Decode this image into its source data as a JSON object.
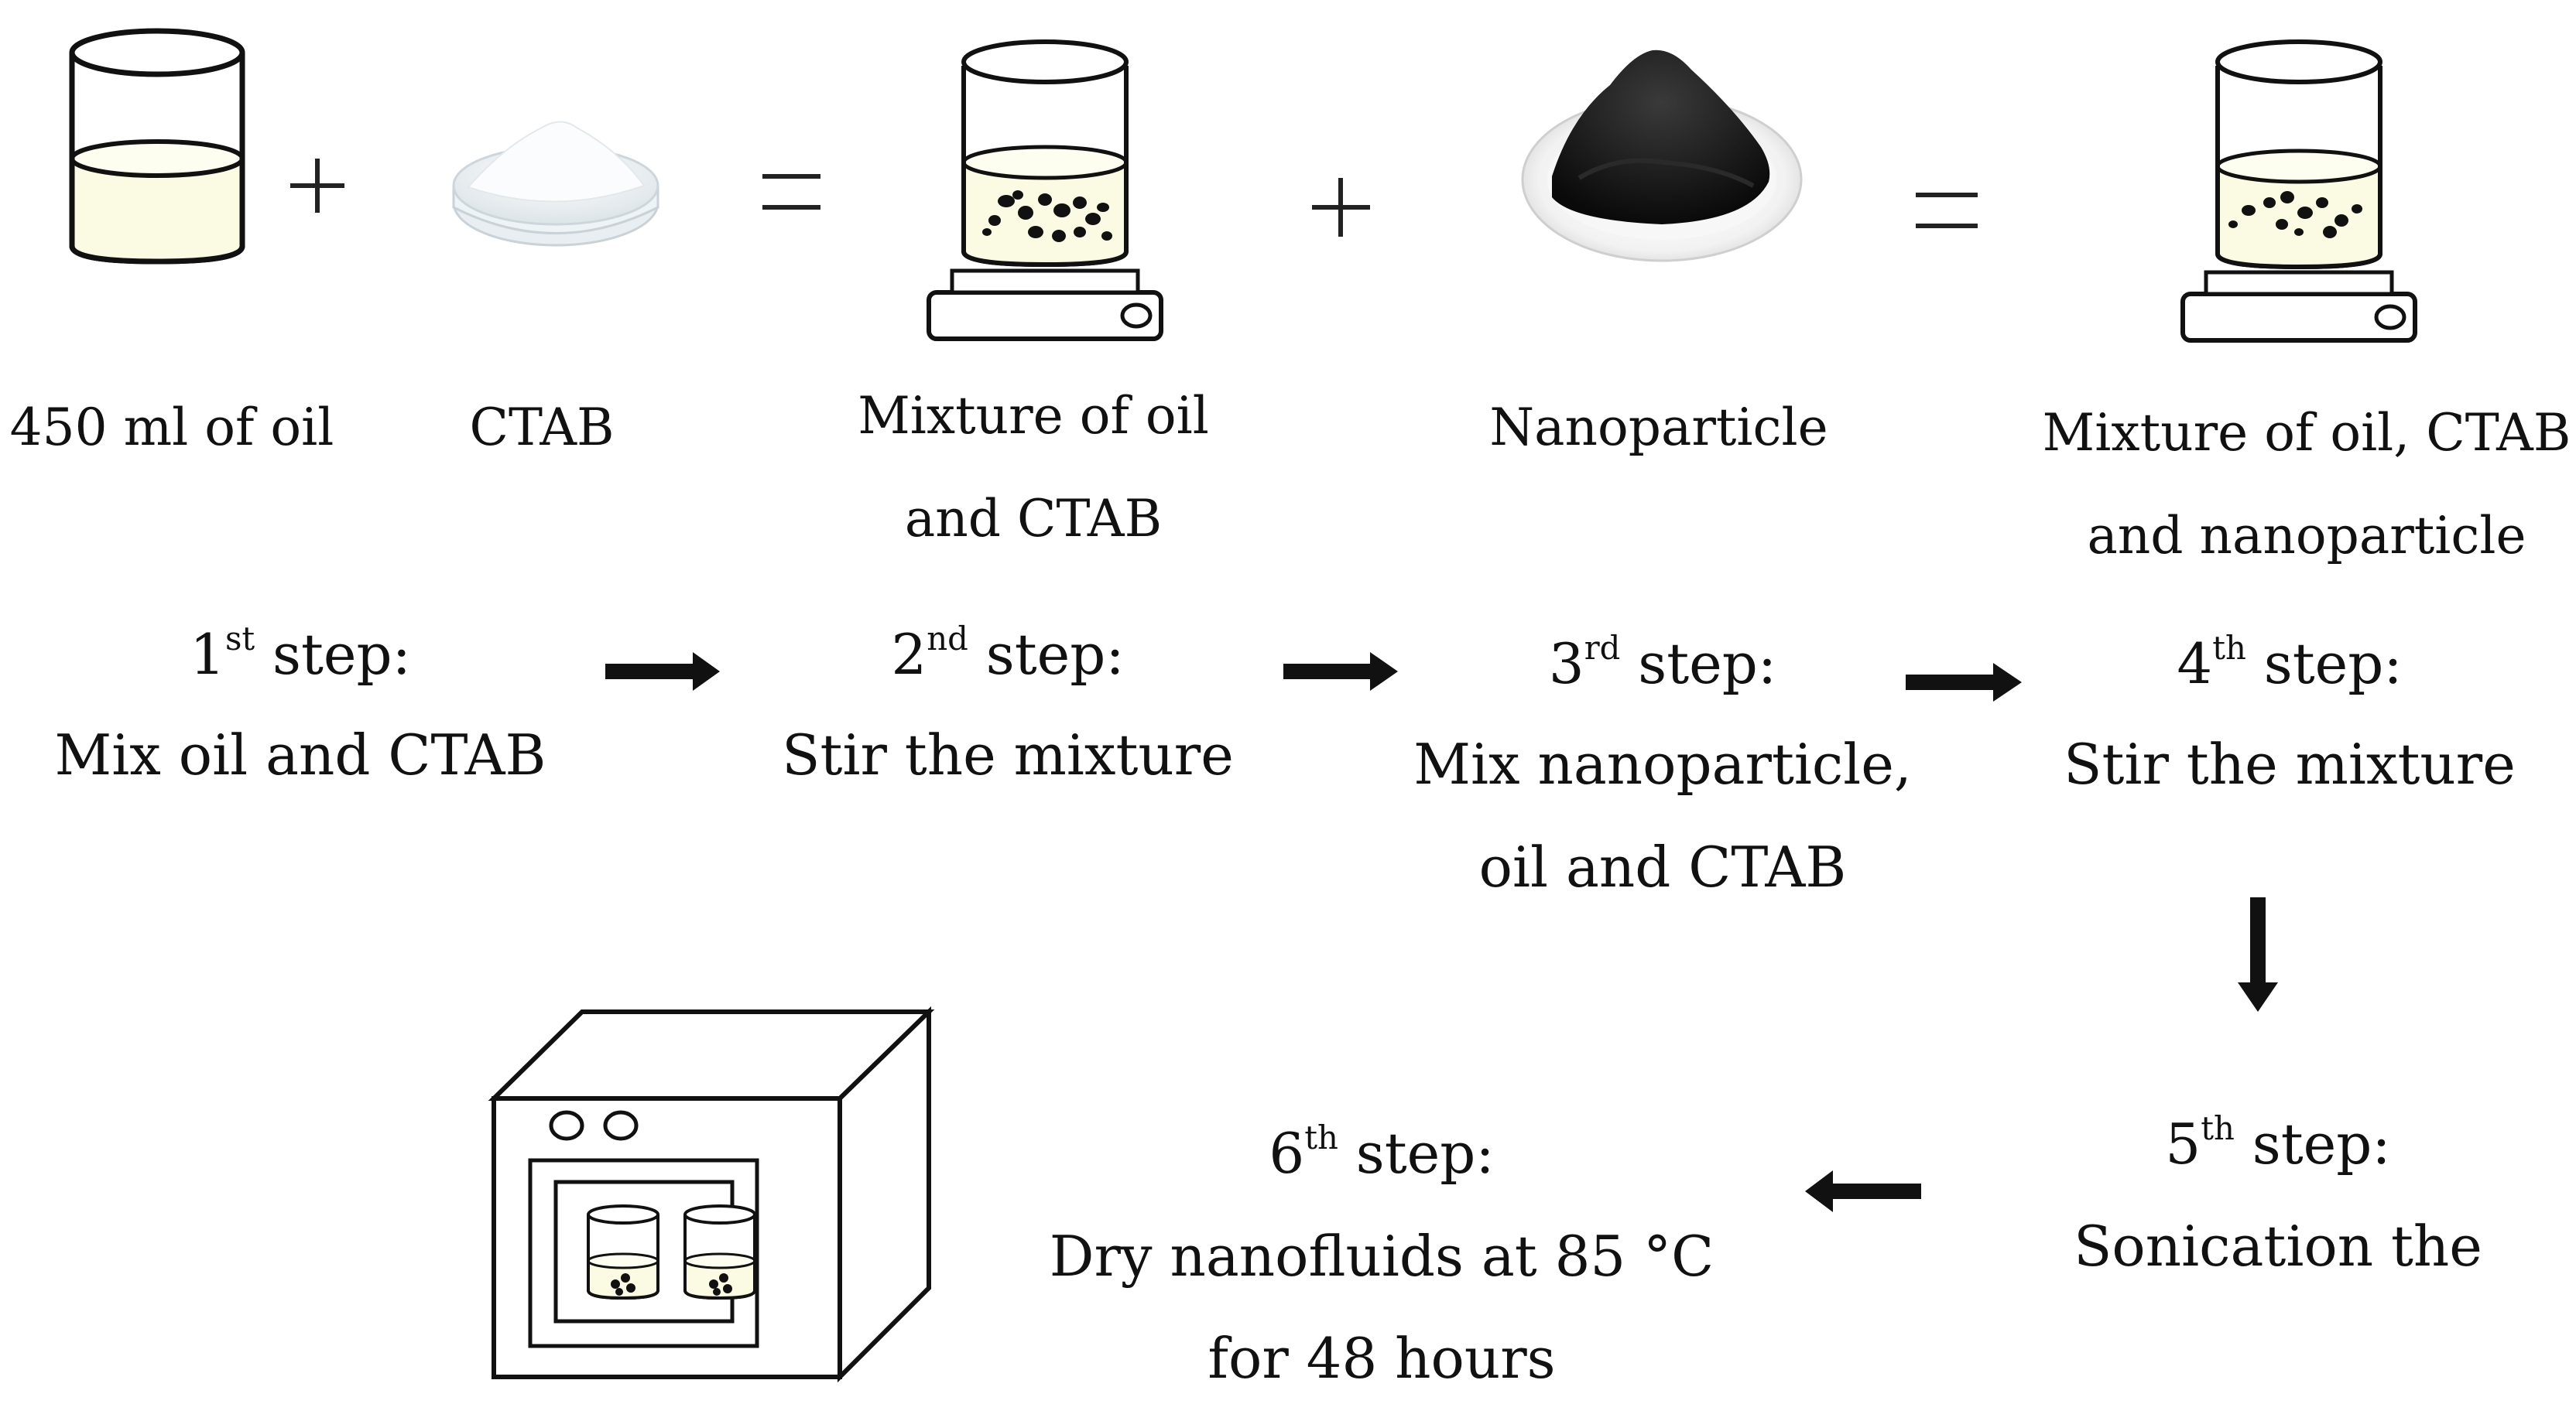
{
  "top": {
    "oil_label": "450 ml of oil",
    "ctab_label": "CTAB",
    "mix1_label_line1": "Mixture of oil",
    "mix1_label_line2": "and CTAB",
    "nano_label": "Nanoparticle",
    "mix2_label_line1": "Mixture of oil, CTAB",
    "mix2_label_line2": "and nanoparticle",
    "plus": "+",
    "equals": "="
  },
  "steps": [
    {
      "num": "1",
      "sup": "st",
      "word": "step:",
      "line1": "Mix oil and CTAB",
      "line2": ""
    },
    {
      "num": "2",
      "sup": "nd",
      "word": "step:",
      "line1": "Stir the mixture",
      "line2": ""
    },
    {
      "num": "3",
      "sup": "rd",
      "word": "step:",
      "line1": "Mix nanoparticle,",
      "line2": "oil and CTAB"
    },
    {
      "num": "4",
      "sup": "th",
      "word": "step:",
      "line1": "Stir the mixture",
      "line2": ""
    },
    {
      "num": "5",
      "sup": "th",
      "word": "step:",
      "line1": "Sonication the",
      "line2": ""
    },
    {
      "num": "6",
      "sup": "th",
      "word": "step:",
      "line1": "Dry nanofluids at 85 °C",
      "line2": "for 48 hours"
    }
  ],
  "colors": {
    "oil": "#fbfbe3",
    "powder": "#f4f6f6",
    "nanoparticle": "#1c1c1c",
    "outline": "#111111"
  },
  "icons": [
    "beaker-oil-icon",
    "ctab-powder-icon",
    "stirrer-beaker-icon",
    "nanoparticle-powder-icon",
    "arrow-right-icon",
    "arrow-down-icon",
    "arrow-left-icon",
    "oven-icon"
  ]
}
